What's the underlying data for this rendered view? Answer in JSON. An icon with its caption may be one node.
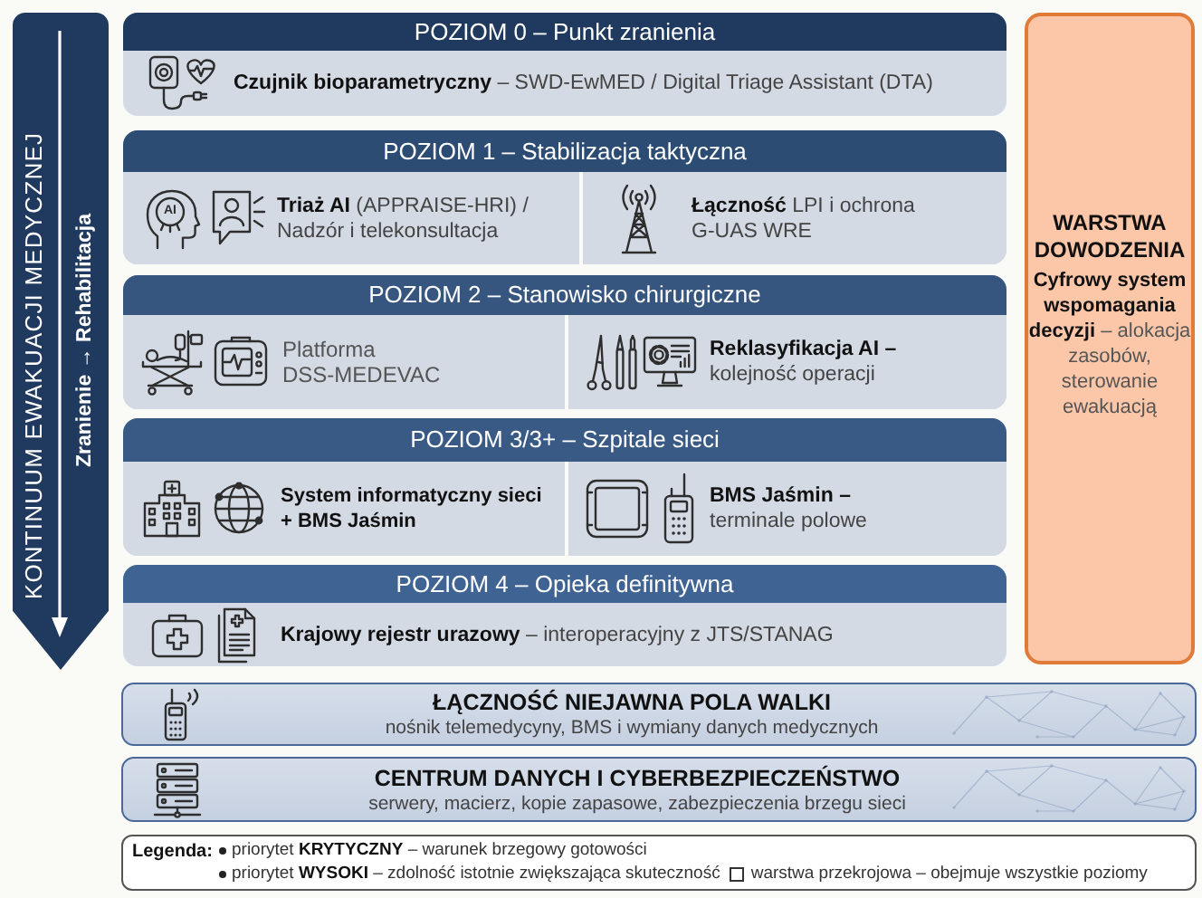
{
  "diagram": {
    "nodes": [
      {
        "text": [
          "KONTINUUM EWAKUACJI MEDYCZNEJ",
          "Zranienie → Rehabilitacja"
        ]
      },
      {
        "text": [
          "POZIOM 0 – Punkt zranienia",
          "**Czujnik bioparametryczny** – SWD-EwMED / Digital Triage Assistant (DTA)"
        ]
      },
      {
        "text": [
          "POZIOM 1 – Stabilizacja taktyczna"
        ]
      },
      {
        "text": [
          "**Triaż AI** (APPRAISE-HRI) / Nadzór i telekonsultacja"
        ],
        "in": 2
      },
      {
        "text": [
          "**Łączność** LPI i ochrona G-UAS WRE"
        ],
        "in": 2
      },
      {
        "text": [
          "POZIOM 2 – Stanowisko chirurgiczne"
        ]
      },
      {
        "text": [
          "Platforma DSS-MEDEVAC"
        ],
        "in": 5
      },
      {
        "text": [
          "**Reklasyfikacja AI –** kolejność operacji"
        ],
        "in": 5
      },
      {
        "text": [
          "POZIOM 3/3+ – Szpitale sieci"
        ]
      },
      {
        "text": [
          "System informatyczny sieci + BMS Jaśmin"
        ],
        "in": 8
      },
      {
        "text": [
          "**BMS Jaśmin –** terminale polowe"
        ],
        "in": 8
      },
      {
        "text": [
          "POZIOM 4 – Opieka definitywna",
          "**Krajowy rejestr urazowy** – interoperacyjny z JTS/STANAG"
        ]
      },
      {
        "text": [
          "WARSTWA DOWODZENIA",
          "**Cyfrowy system wspomagania decyzji** – alokacja zasobów, sterowanie ewakuacją"
        ]
      },
      {
        "text": [
          "ŁĄCZNOŚĆ NIEJAWNA POLA WALKI",
          "nośnik telemedycyny, BMS i wymiany danych medycznych"
        ]
      },
      {
        "text": [
          "CENTRUM DANYCH I CYBERBEZPIECZEŃSTWO",
          "serwery, macierz, kopie zapasowe, zabezpieczenia brzegu sieci"
        ]
      }
    ],
    "labels": [
      "AI",
      "Legenda:"
    ],
    "legend": [
      {
        "text": "priorytet **KRYTYCZNY** – warunek brzegowy gotowości"
      },
      {
        "text": "priorytet **WYSOKI** – zdolność istotnie zwiększająca skuteczność"
      },
      {
        "text": "warstwa przekrojowa – obejmuje wszystkie poziomy"
      }
    ]
  }
}
